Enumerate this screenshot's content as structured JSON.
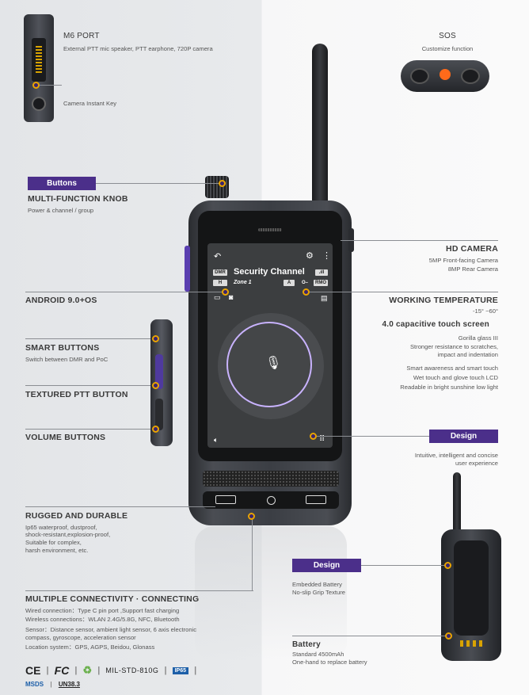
{
  "m6": {
    "title": "M6 PORT",
    "desc": "External PTT mic speaker, PTT earphone, 720P camera",
    "camera_key": "Camera Instant Key"
  },
  "sos": {
    "title": "SOS",
    "desc": "Customize function"
  },
  "buttons_badge": "Buttons",
  "knob": {
    "title": "MULTI-FUNCTION KNOB",
    "desc": "Power & channel / group"
  },
  "hd_camera": {
    "title": "HD CAMERA",
    "line1": "5MP Front-facing Camera",
    "line2": "8MP Rear Camera"
  },
  "android": {
    "title": "ANDROID 9.0+OS"
  },
  "working_temp": {
    "title": "WORKING TEMPERATURE",
    "range": "-15° ~60°"
  },
  "touch": {
    "title": "4.0 capacitive touch screen",
    "l1": "Gorilla glass III",
    "l2": "Stronger resistance to scratches,",
    "l3": "impact and indentation",
    "l4": "Smart awareness and smart touch",
    "l5": "Wet touch and glove touch LCD",
    "l6": "Readable in bright sunshine low light"
  },
  "smart_buttons": {
    "title": "SMART BUTTONS",
    "desc": "Switch between DMR and PoC"
  },
  "ptt": {
    "title": "TEXTURED PTT BUTTON"
  },
  "volume": {
    "title": "VOLUME BUTTONS"
  },
  "design1": {
    "badge": "Design",
    "l1": "Intuitive, intelligent and concise",
    "l2": "user experience"
  },
  "rugged": {
    "title": "RUGGED AND DURABLE",
    "l1": "Ip65 waterproof, dustproof,",
    "l2": "shock-resistant,explosion-proof,",
    "l3": "Suitable for complex,",
    "l4": "harsh environment, etc."
  },
  "design2": {
    "badge": "Design",
    "l1": "Embedded Battery",
    "l2": "No-slip Grip Texture"
  },
  "battery": {
    "title": "Battery",
    "l1": "Standard 4500mAh",
    "l2": "One-hand to replace battery"
  },
  "connectivity": {
    "title": "MULTIPLE CONNECTIVITY · CONNECTING",
    "l1": "Wired connection：Type  C  pin port ,Support fast charging",
    "l2": "Wireless connections：WLAN 2.4G/5.8G, NFC, Bluetooth",
    "l3": "Sensor：Distance sensor, ambient light sensor, 6 axis electronic",
    "l4": "compass, gyroscope, acceleration sensor",
    "l5": "Location system：GPS, AGPS, Beidou, Glonass"
  },
  "certs": {
    "ce": "CE",
    "fc": "FC",
    "mil": "MIL-STD-810G",
    "ip": "IP65",
    "msds": "MSDS",
    "un": "UN38.3"
  },
  "screen": {
    "channel": "Security Channel",
    "mode": "DMR",
    "zone": "Zone 1",
    "h": "H",
    "a": "A",
    "rmo": "RMO"
  },
  "colors": {
    "accent": "#4b2f8a",
    "dot": "#e9a400"
  }
}
